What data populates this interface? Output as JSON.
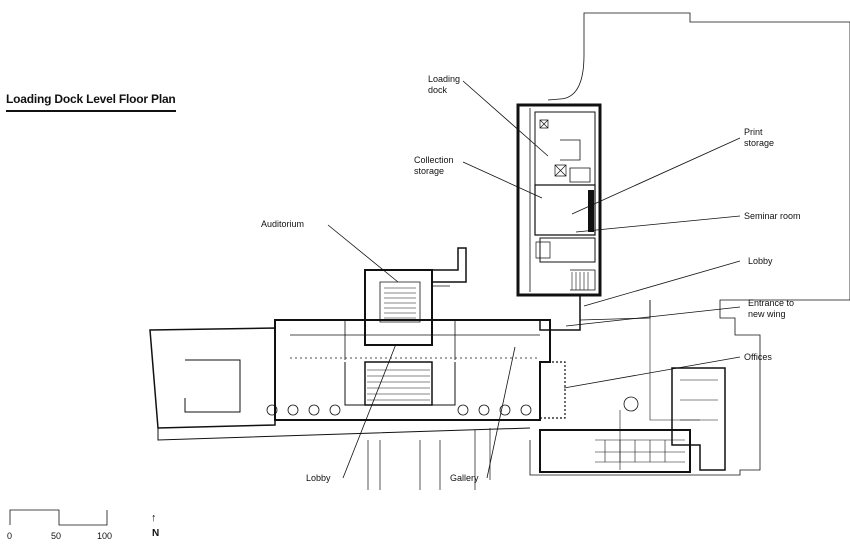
{
  "title": "Loading Dock Level Floor Plan",
  "labels": {
    "loading_dock_1": "Loading",
    "loading_dock_2": "dock",
    "collection_storage_1": "Collection",
    "collection_storage_2": "storage",
    "print_storage_1": "Print",
    "print_storage_2": "storage",
    "seminar_room": "Seminar room",
    "auditorium": "Auditorium",
    "lobby_upper": "Lobby",
    "entrance_1": "Entrance to",
    "entrance_2": "new wing",
    "offices": "Offices",
    "lobby_lower": "Lobby",
    "gallery": "Gallery"
  },
  "scale_bar": {
    "ticks": [
      "0",
      "50",
      "100"
    ]
  },
  "north_arrow": {
    "label": "N",
    "glyph": "↑"
  },
  "colors": {
    "line": "#111111",
    "light_line": "#555555",
    "background": "#ffffff"
  }
}
